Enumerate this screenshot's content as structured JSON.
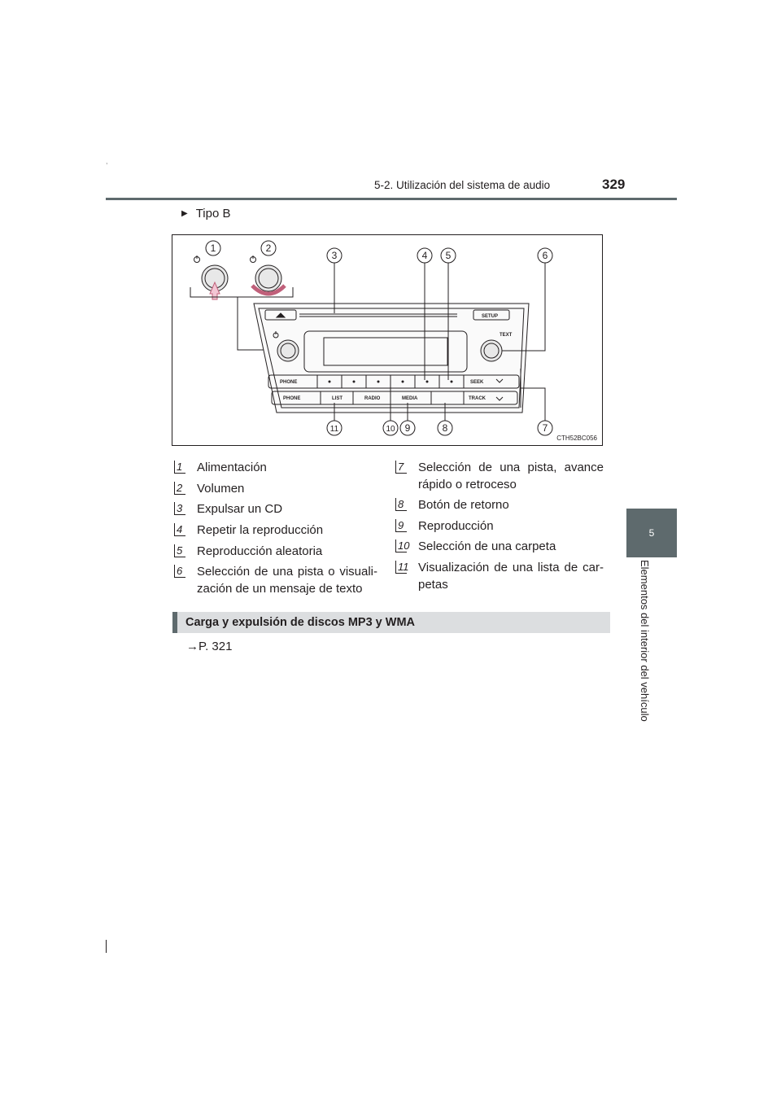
{
  "header": {
    "section": "5-2. Utilización del sistema de audio",
    "page_number": "329"
  },
  "side_tab": {
    "number": "5",
    "label": "Elementos del interior del vehículo"
  },
  "subsection": {
    "marker": "▶",
    "title": "Tipo B"
  },
  "figure": {
    "image_code": "CTH52BC056",
    "callouts": [
      "1",
      "2",
      "3",
      "4",
      "5",
      "6",
      "7",
      "8",
      "9",
      "10",
      "11"
    ],
    "panel_labels": {
      "setup": "SETUP",
      "text": "TEXT",
      "phone": "PHONE",
      "seek": "SEEK",
      "list": "LIST",
      "radio": "RADIO",
      "media": "MEDIA",
      "track": "TRACK"
    }
  },
  "legend": {
    "left": [
      {
        "num": "1",
        "text": "Alimentación"
      },
      {
        "num": "2",
        "text": "Volumen"
      },
      {
        "num": "3",
        "text": "Expulsar un CD"
      },
      {
        "num": "4",
        "text": "Repetir la reproducción"
      },
      {
        "num": "5",
        "text": "Reproducción aleatoria"
      },
      {
        "num": "6",
        "text": "Selección de una pista o visuali-zación de un mensaje de texto"
      }
    ],
    "right": [
      {
        "num": "7",
        "text": "Selección de una pista, avance rápido o retroceso"
      },
      {
        "num": "8",
        "text": "Botón de retorno"
      },
      {
        "num": "9",
        "text": "Reproducción"
      },
      {
        "num": "10",
        "text": "Selección de una carpeta"
      },
      {
        "num": "11",
        "text": "Visualización de una lista de car-petas"
      }
    ]
  },
  "section": {
    "title": "Carga y expulsión de discos MP3 y WMA"
  },
  "reference": {
    "text": "→P. 321"
  }
}
